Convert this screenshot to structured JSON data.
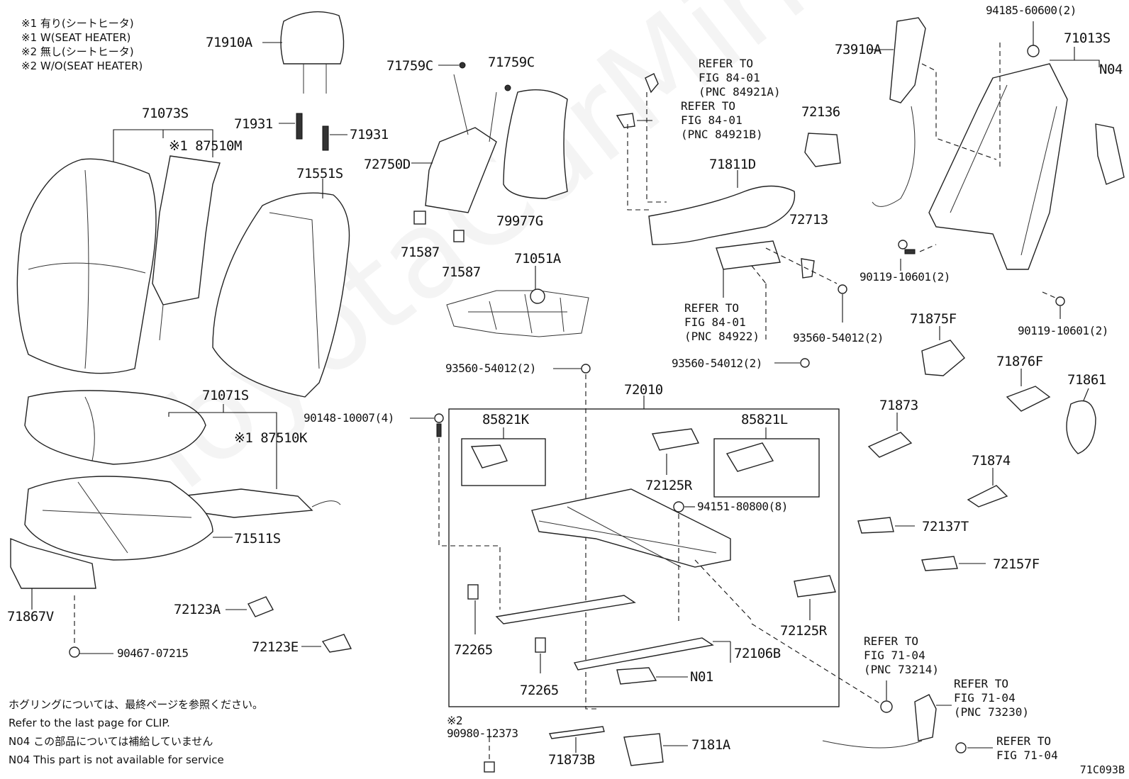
{
  "notes_top": [
    "※1 有り(シートヒータ)",
    "※1 W(SEAT HEATER)",
    "※2 無し(シートヒータ)",
    "※2 W/O(SEAT HEATER)"
  ],
  "notes_bottom": [
    "ホグリングについては、最終ページを参照ください。",
    "Refer to the last page for CLIP.",
    "N04 この部品については補給していません",
    "N04 This part is not available for service"
  ],
  "diagram_code": "71C093B",
  "watermark": "ToyotaCarMirror",
  "parts": {
    "p71910A": "71910A",
    "p71073S": "71073S",
    "p87510M": "※1 87510M",
    "p71931a": "71931",
    "p71931b": "71931",
    "p71551S": "71551S",
    "p71759Ca": "71759C",
    "p71759Cb": "71759C",
    "p72750D": "72750D",
    "p79977G": "79977G",
    "p71587a": "71587",
    "p71587b": "71587",
    "p71051A": "71051A",
    "p71811D": "71811D",
    "p72136": "72136",
    "p72713": "72713",
    "p73910A": "73910A",
    "p94185": "94185-60600(2)",
    "p71013S": "71013S",
    "pN04": "N04",
    "p90119a": "90119-10601(2)",
    "p90119b": "90119-10601(2)",
    "p93560a": "93560-54012(2)",
    "p93560b": "93560-54012(2)",
    "p93560c": "93560-54012(2)",
    "p71875F": "71875F",
    "p71876F": "71876F",
    "p71861": "71861",
    "p71873": "71873",
    "p71874": "71874",
    "p72137T": "72137T",
    "p72157F": "72157F",
    "p71071S": "71071S",
    "p87510K": "※1 87510K",
    "p71511S": "71511S",
    "p71867V": "71867V",
    "p90148": "90148-10007(4)",
    "p72010": "72010",
    "p85821K": "85821K",
    "p85821L": "85821L",
    "p72125Ra": "72125R",
    "p72125Rb": "72125R",
    "p94151": "94151-80800(8)",
    "p72123A": "72123A",
    "p72123E": "72123E",
    "p90467": "90467-07215",
    "p72265a": "72265",
    "p72265b": "72265",
    "p72106B": "72106B",
    "pN01": "N01",
    "p90980": "※2\n90980-12373",
    "p71873B": "71873B",
    "p7181A": "7181A"
  },
  "refs": {
    "r84921A": "REFER TO\nFIG 84-01\n(PNC 84921A)",
    "r84921B": "REFER TO\nFIG 84-01\n(PNC 84921B)",
    "r84922": "REFER TO\nFIG 84-01\n(PNC 84922)",
    "r73214": "REFER TO\nFIG 71-04\n(PNC 73214)",
    "r73230": "REFER TO\nFIG 71-04\n(PNC 73230)",
    "r7104": "REFER TO\nFIG 71-04"
  }
}
